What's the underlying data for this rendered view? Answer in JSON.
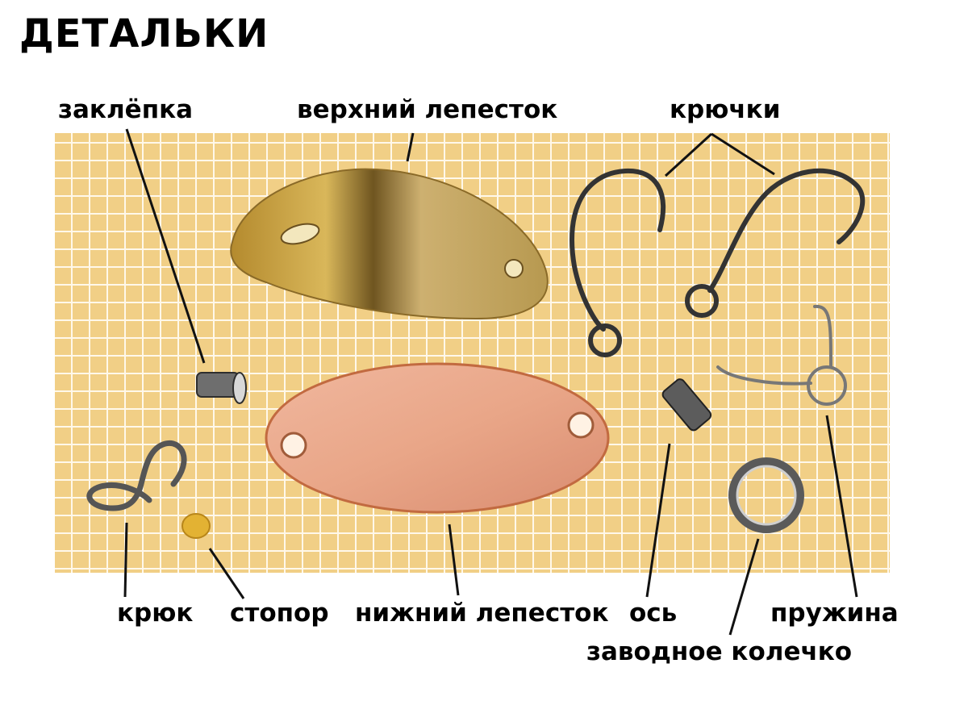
{
  "title": "ДЕТАЛЬКИ",
  "labels": {
    "rivet": "заклёпка",
    "upper_petal": "верхний лепесток",
    "hooks": "крючки",
    "hook": "крюк",
    "stopper": "стопор",
    "lower_petal": "нижний лепесток",
    "axle": "ось",
    "spring": "пружина",
    "split_ring": "заводное колечко"
  },
  "colors": {
    "grid_background": "#f3d28a",
    "grid_line": "#fffaf0",
    "brass": "#c9a34a",
    "copper": "#e8a080",
    "steel": "#4a4a4a"
  }
}
